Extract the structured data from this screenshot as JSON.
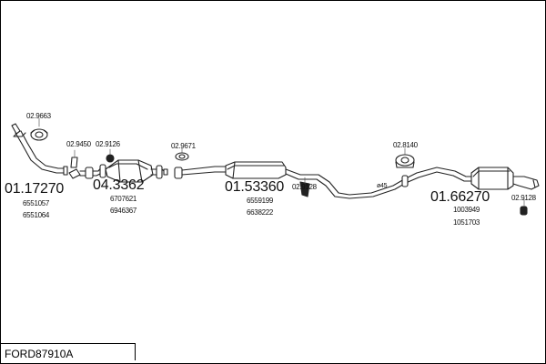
{
  "diagram": {
    "model_code": "FORD87910A",
    "parts": [
      {
        "code": "02.9663"
      },
      {
        "code": "02.9450"
      },
      {
        "code": "02.9126"
      },
      {
        "code": "02.9671"
      },
      {
        "code": "02.8140"
      },
      {
        "code": "02.9128"
      },
      {
        "code": "02.9128"
      }
    ],
    "groups": [
      {
        "code": "01.17270",
        "oem": [
          "6551057",
          "6551064"
        ]
      },
      {
        "code": "04.3362",
        "oem": [
          "6707621",
          "6946367"
        ]
      },
      {
        "code": "01.53360",
        "oem": [
          "6559199",
          "6638222"
        ]
      },
      {
        "code": "01.66270",
        "oem": [
          "1003949",
          "1051703"
        ]
      }
    ],
    "pipe_diameter": "ø45"
  }
}
